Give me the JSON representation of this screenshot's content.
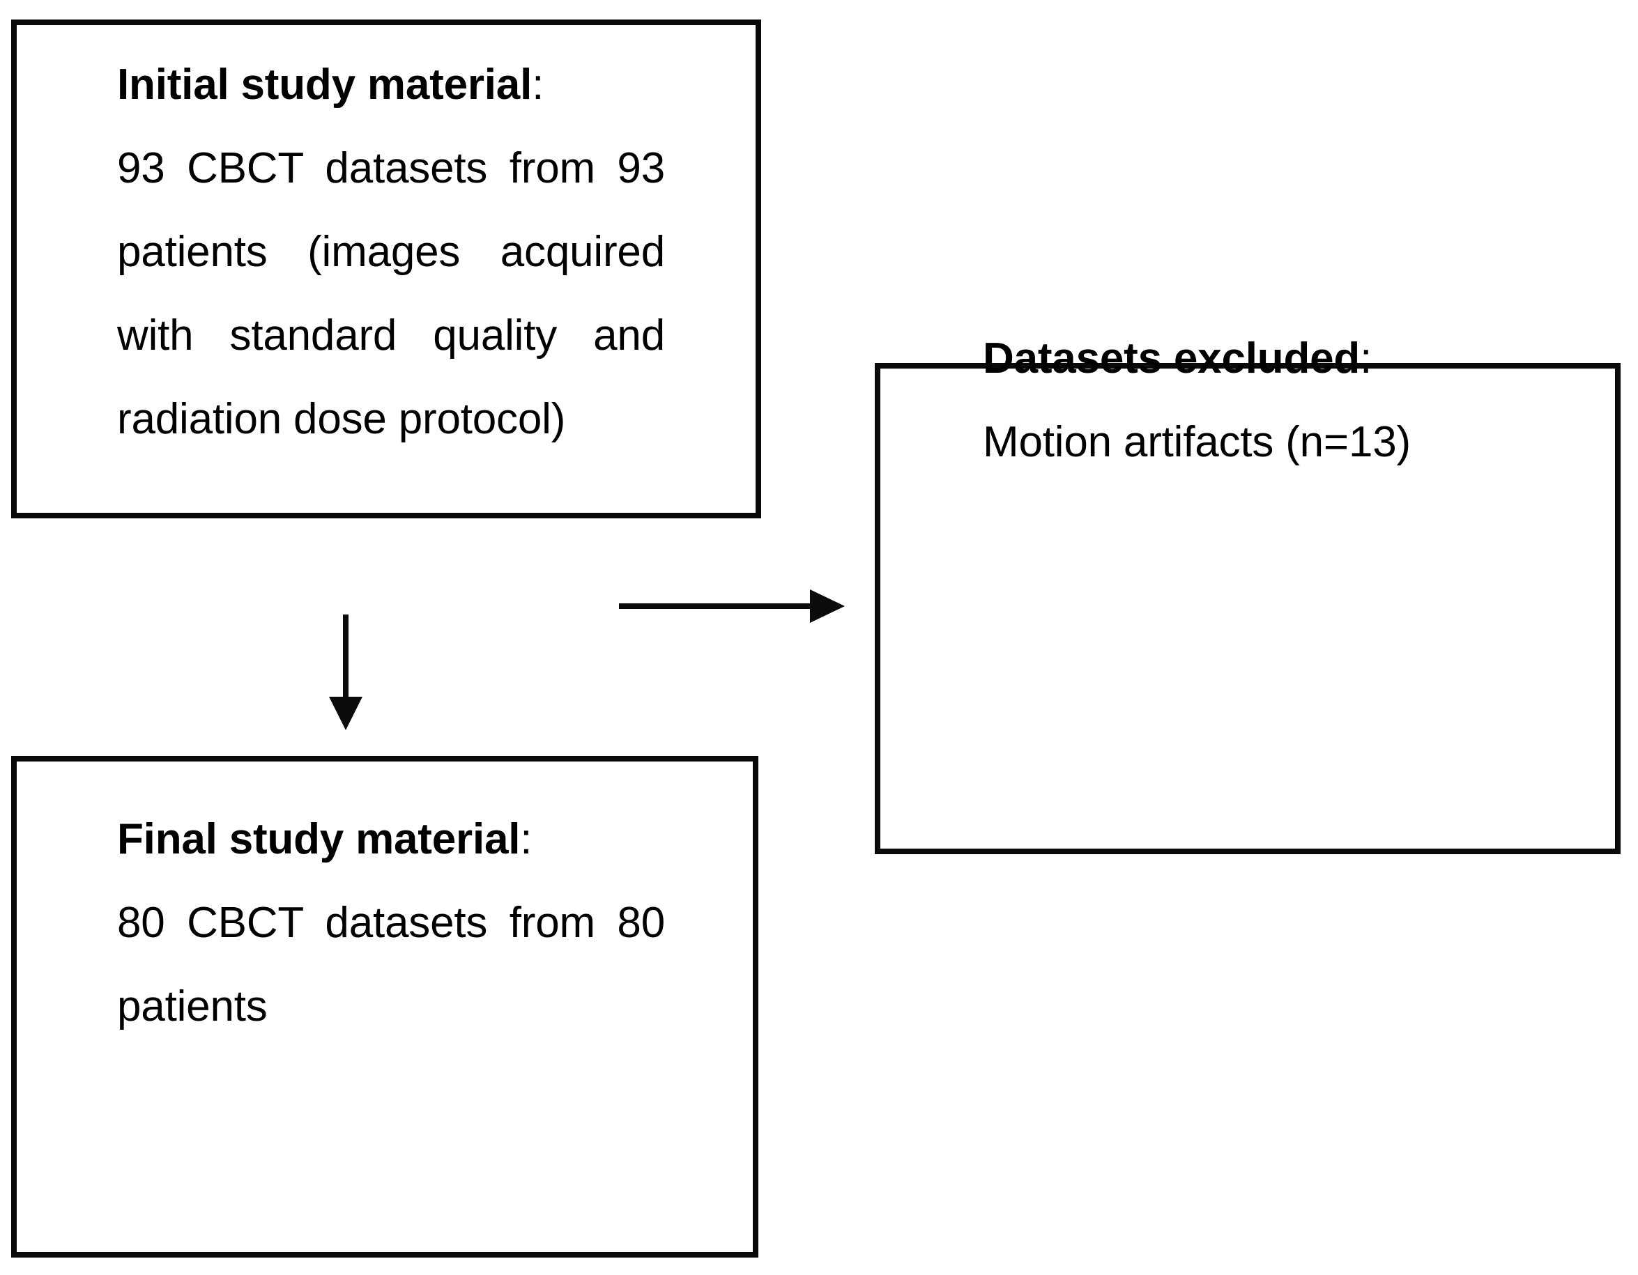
{
  "figure": {
    "type": "flowchart",
    "description": "Study sample selection flow diagram",
    "background_color": "#ffffff",
    "line_color": "#000000"
  },
  "nodes": {
    "initial": {
      "title": "Initial study material",
      "title_colon": ":",
      "body": "93 CBCT datasets from 93 patients (images acquired with standard quality and radiation dose protocol)",
      "count": 93,
      "unit": "CBCT datasets",
      "patients": 93
    },
    "excluded": {
      "title": "Datasets excluded",
      "title_colon": ":",
      "body": "Motion artifacts (n=13)",
      "reason": "Motion artifacts",
      "count": 13
    },
    "final": {
      "title": "Final study material",
      "title_colon": ":",
      "body": "80 CBCT datasets from 80 patients",
      "count": 80,
      "unit": "CBCT datasets",
      "patients": 80
    }
  },
  "edges": [
    {
      "id": "initial-to-final",
      "direction": "down",
      "from": "initial",
      "to": "final",
      "label": ""
    },
    {
      "id": "initial-to-excluded",
      "direction": "right",
      "from": "initial",
      "to": "excluded",
      "label": ""
    }
  ]
}
